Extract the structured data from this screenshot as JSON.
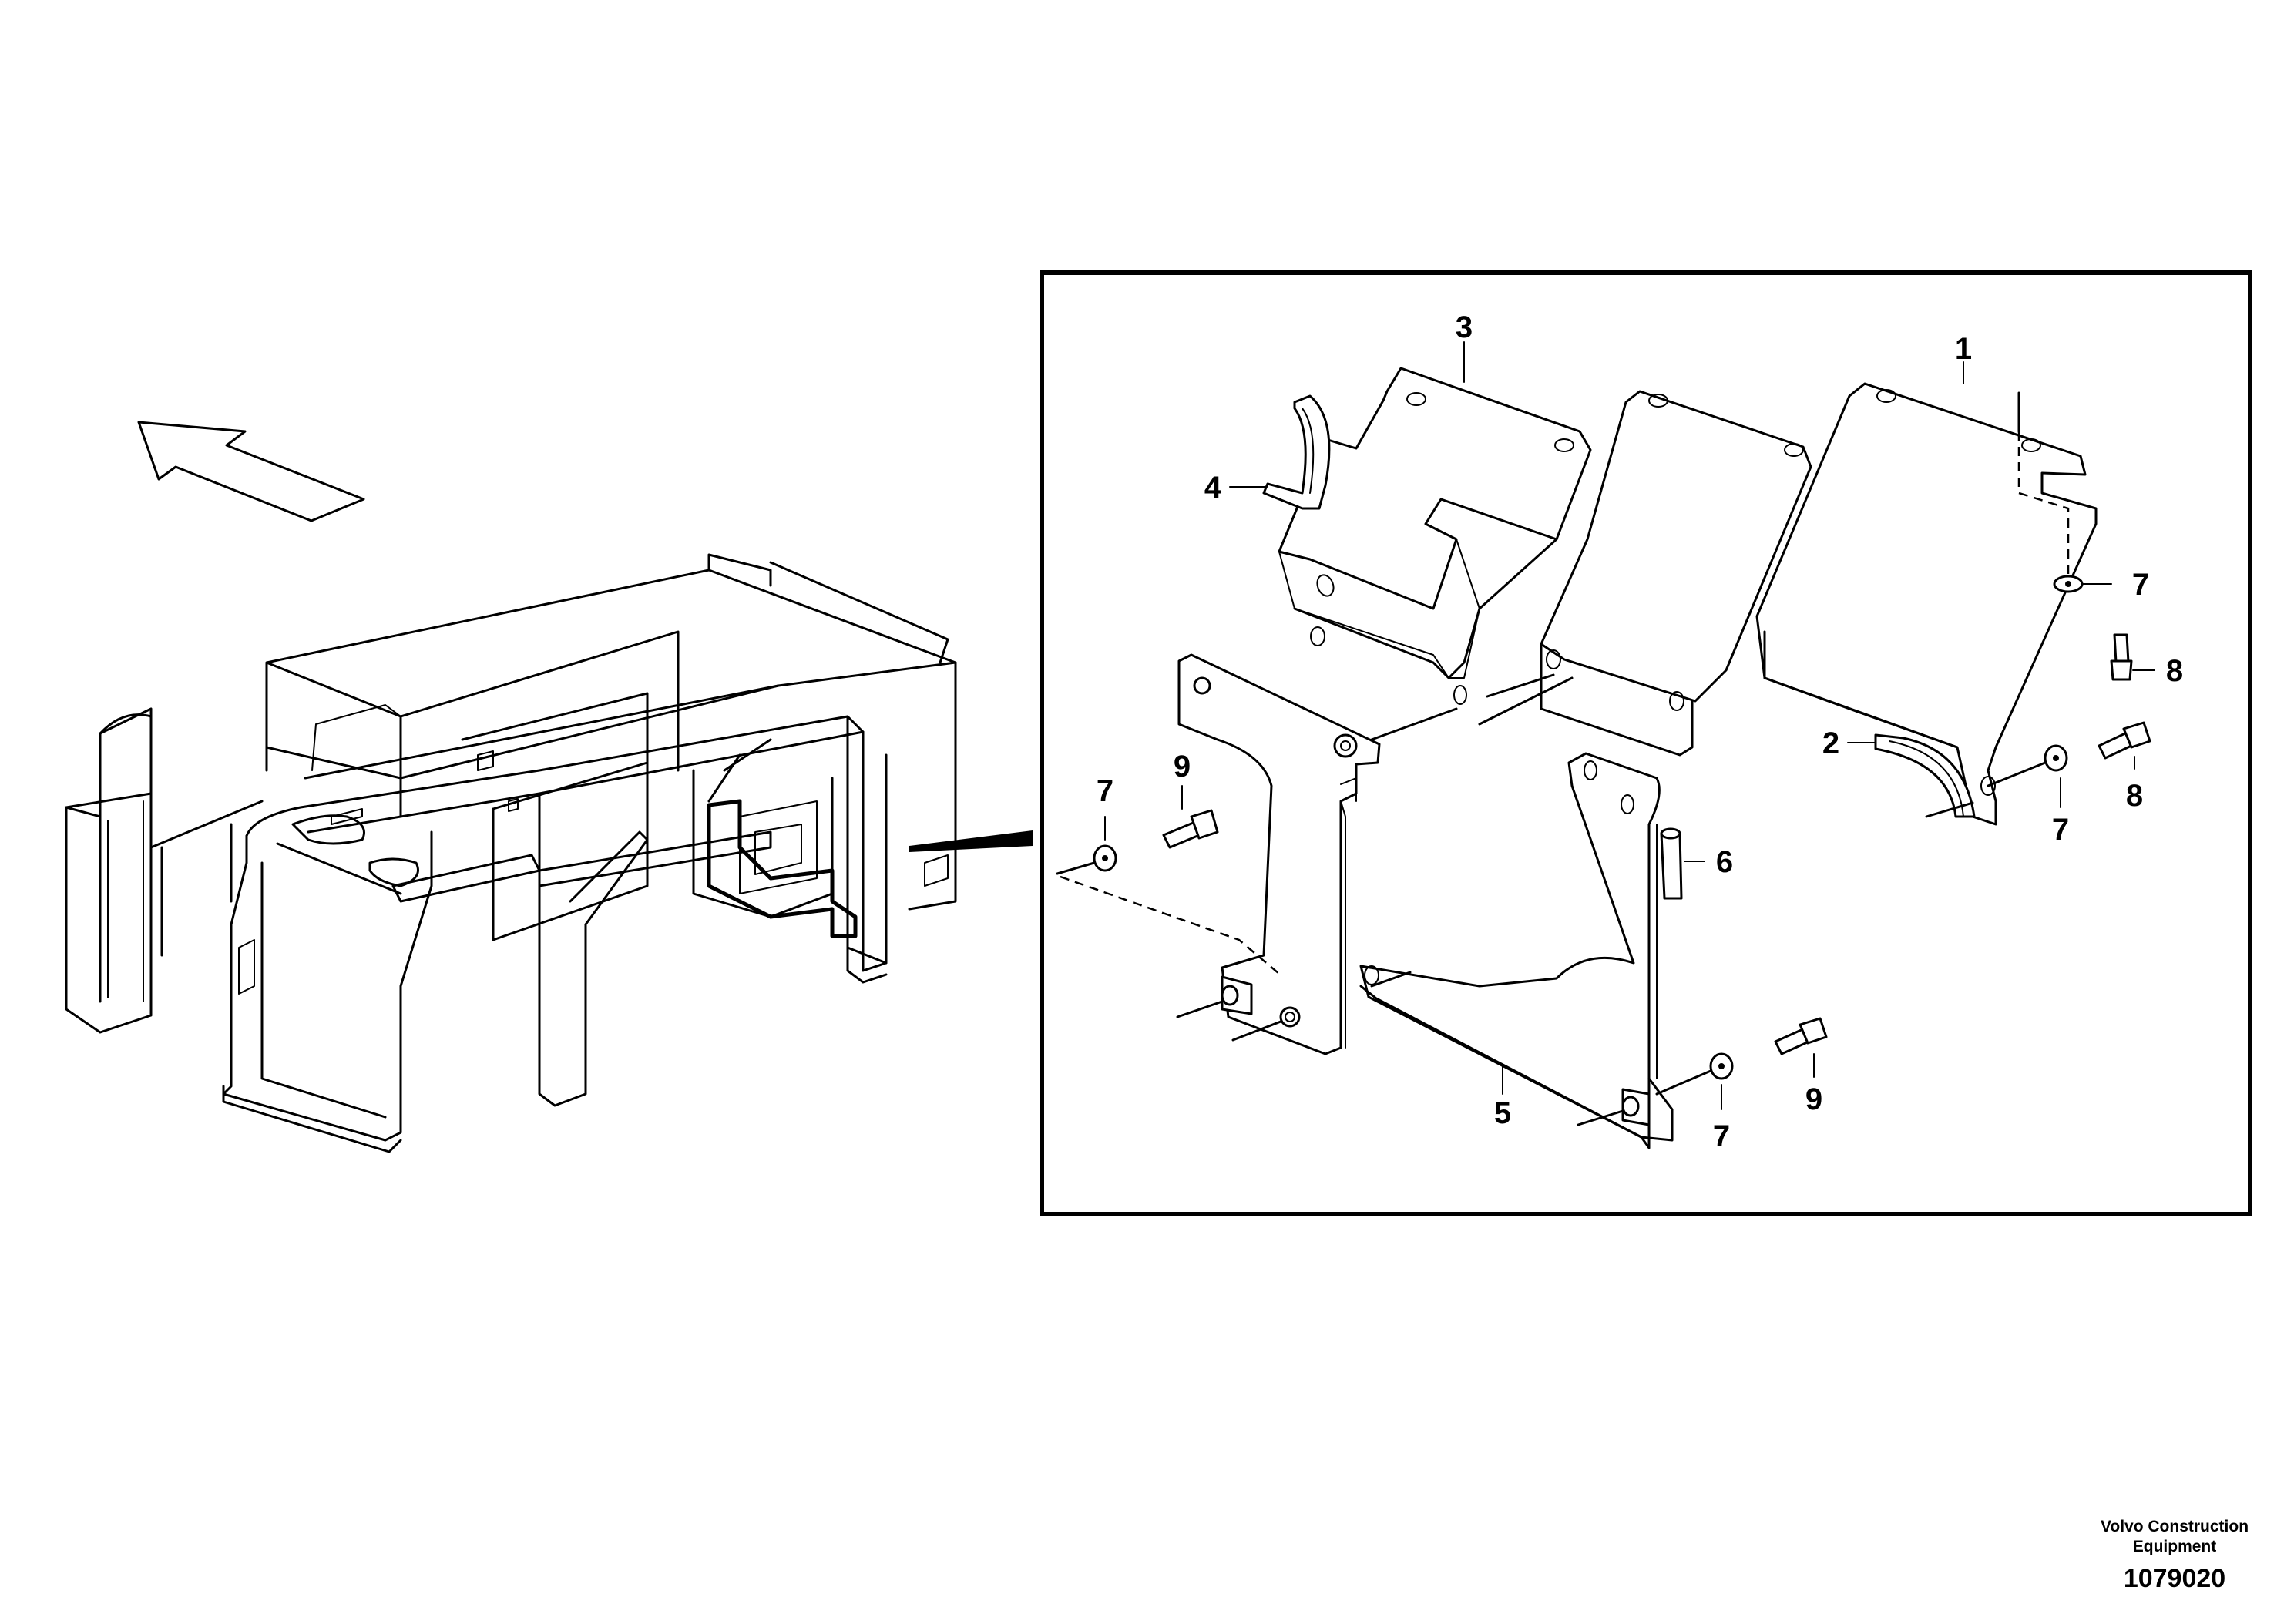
{
  "callouts": [
    {
      "id": "c1",
      "label": "1"
    },
    {
      "id": "c2",
      "label": "2"
    },
    {
      "id": "c3",
      "label": "3"
    },
    {
      "id": "c4",
      "label": "4"
    },
    {
      "id": "c5",
      "label": "5"
    },
    {
      "id": "c6",
      "label": "6"
    },
    {
      "id": "c7a",
      "label": "7"
    },
    {
      "id": "c7b",
      "label": "7"
    },
    {
      "id": "c7c",
      "label": "7"
    },
    {
      "id": "c7d",
      "label": "7"
    },
    {
      "id": "c8a",
      "label": "8"
    },
    {
      "id": "c8b",
      "label": "8"
    },
    {
      "id": "c9a",
      "label": "9"
    },
    {
      "id": "c9b",
      "label": "9"
    }
  ],
  "footer": {
    "brand_line1": "Volvo Construction",
    "brand_line2": "Equipment",
    "drawing_number": "1079020"
  },
  "icons": {
    "direction": "direction-arrow-icon"
  }
}
